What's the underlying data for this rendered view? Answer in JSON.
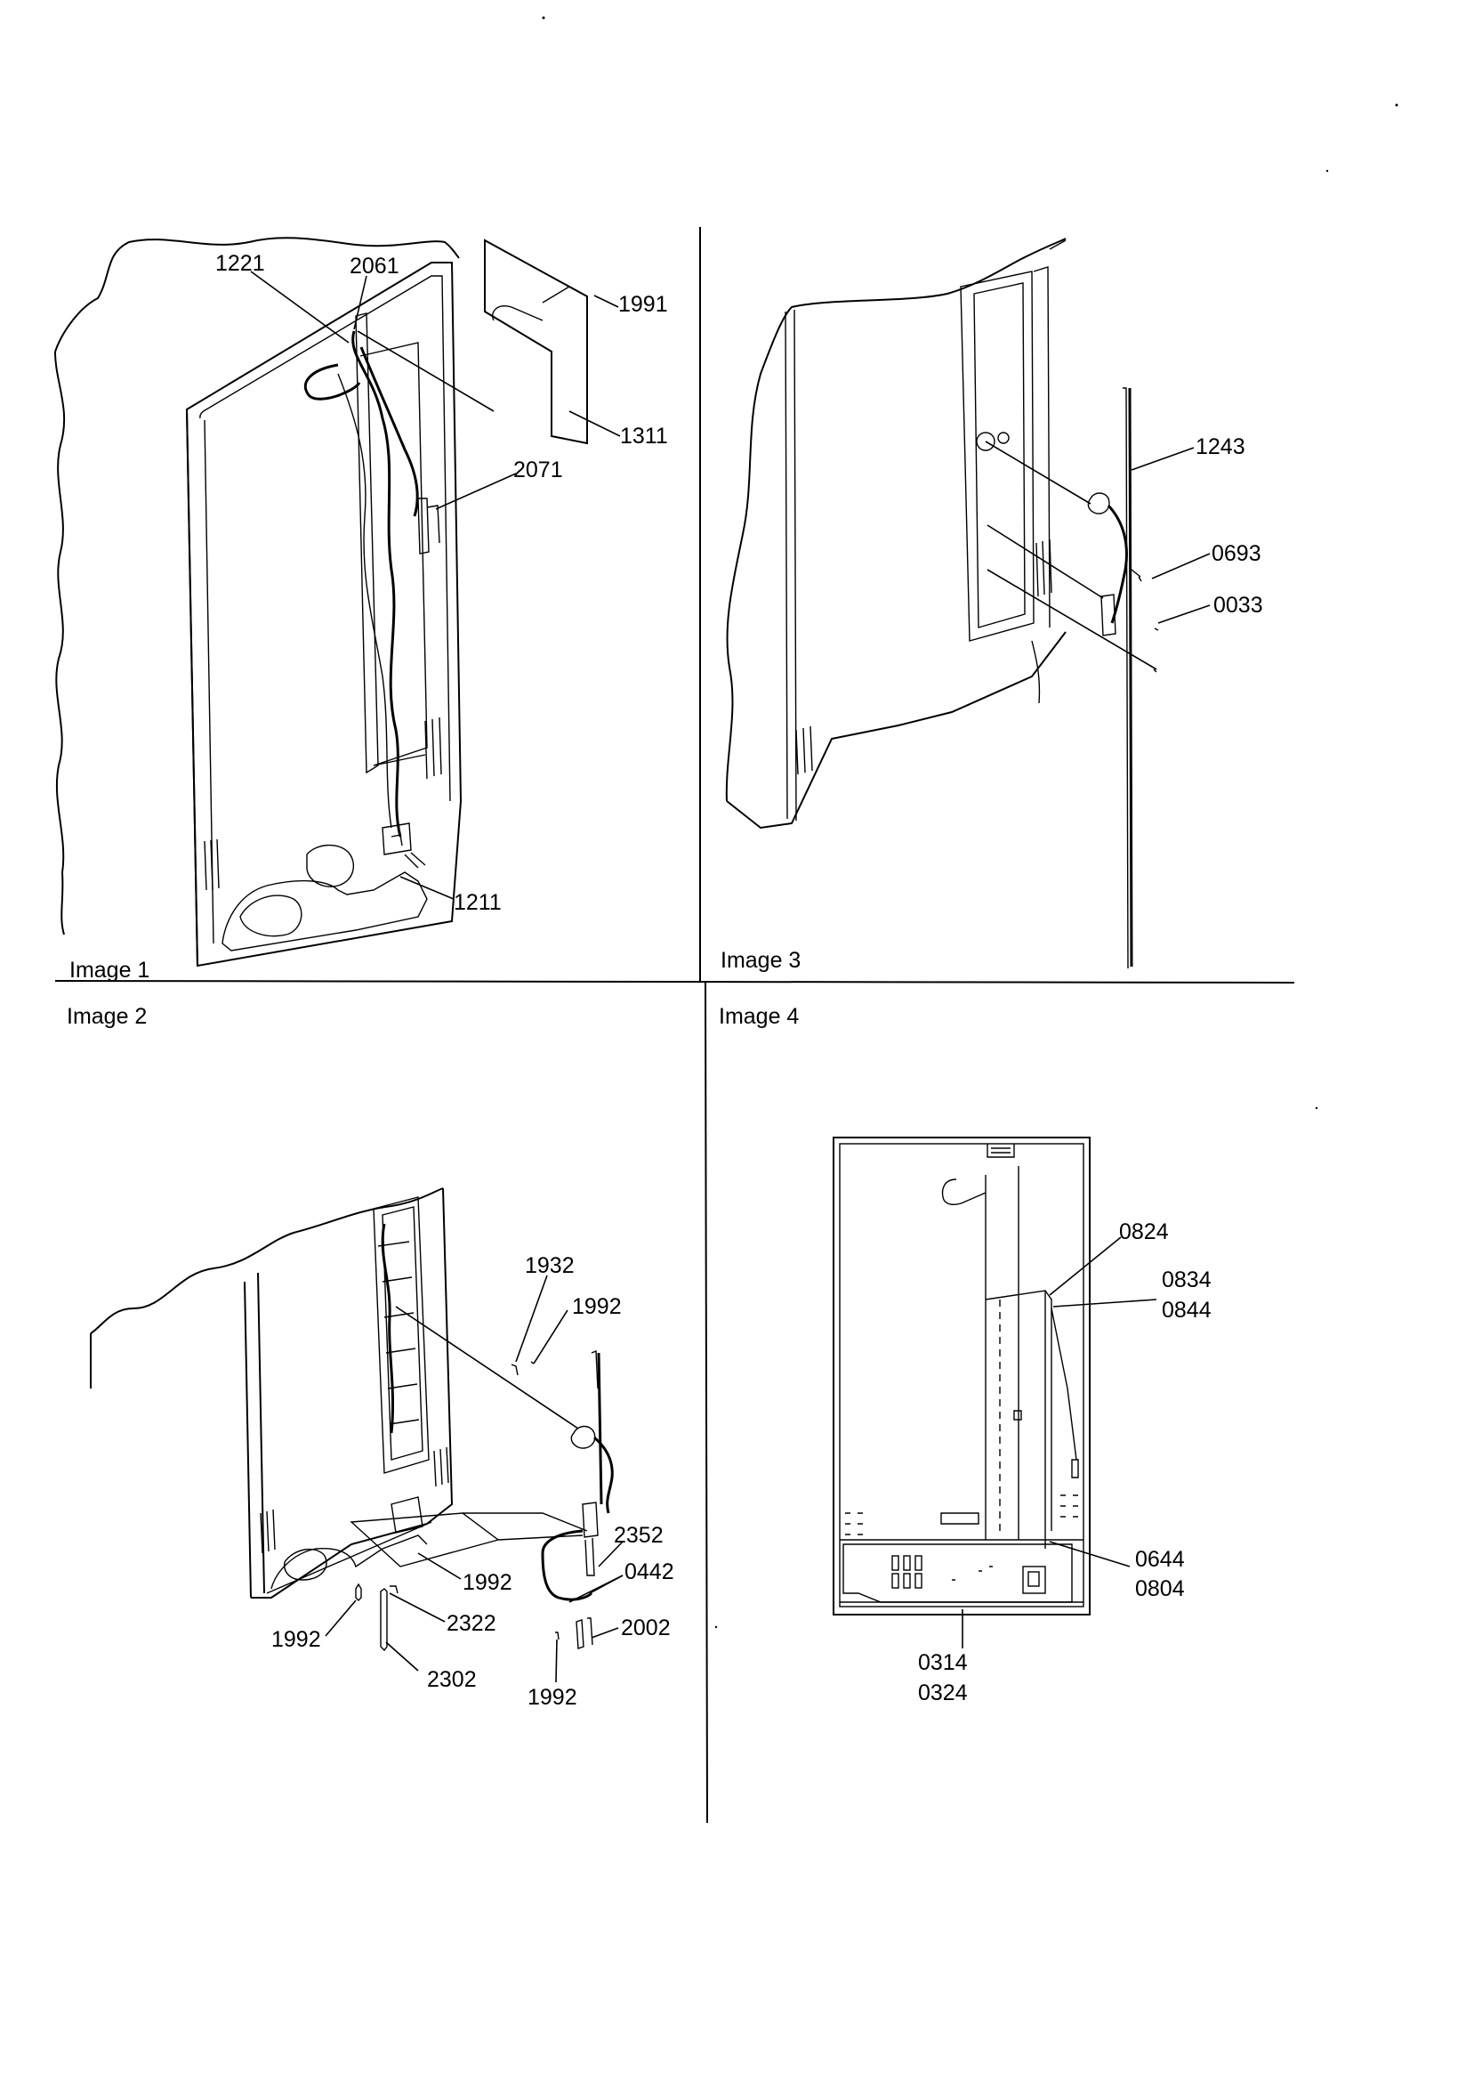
{
  "panels": {
    "image1": {
      "caption": "Image 1",
      "callouts": {
        "c1221": "1221",
        "c2061": "2061",
        "c1991": "1991",
        "c1311": "1311",
        "c2071": "2071",
        "c1211": "1211"
      }
    },
    "image2": {
      "caption": "Image 2",
      "callouts": {
        "c1932": "1932",
        "c1992a": "1992",
        "c2352": "2352",
        "c0442": "0442",
        "c1992b": "1992",
        "c2322": "2322",
        "c1992c": "1992",
        "c2002": "2002",
        "c2302": "2302",
        "c1992d": "1992"
      }
    },
    "image3": {
      "caption": "Image 3",
      "callouts": {
        "c1243": "1243",
        "c0693": "0693",
        "c0033": "0033"
      }
    },
    "image4": {
      "caption": "Image 4",
      "callouts": {
        "c0824": "0824",
        "c0834": "0834",
        "c0844": "0844",
        "c0644": "0644",
        "c0804": "0804",
        "c0314": "0314",
        "c0324": "0324"
      }
    }
  }
}
